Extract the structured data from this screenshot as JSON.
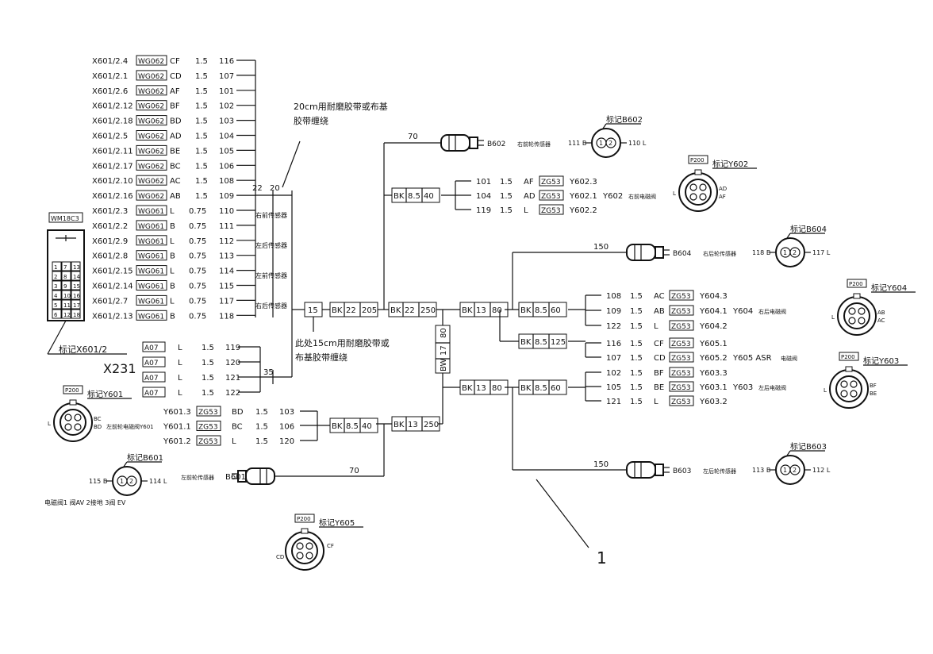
{
  "left_wires": [
    {
      "term": "X601/2.4",
      "code": "WG062",
      "color": "CF",
      "gauge": "1.5",
      "wire": "116"
    },
    {
      "term": "X601/2.1",
      "code": "WG062",
      "color": "CD",
      "gauge": "1.5",
      "wire": "107"
    },
    {
      "term": "X601/2.6",
      "code": "WG062",
      "color": "AF",
      "gauge": "1.5",
      "wire": "101"
    },
    {
      "term": "X601/2.12",
      "code": "WG062",
      "color": "BF",
      "gauge": "1.5",
      "wire": "102"
    },
    {
      "term": "X601/2.18",
      "code": "WG062",
      "color": "BD",
      "gauge": "1.5",
      "wire": "103"
    },
    {
      "term": "X601/2.5",
      "code": "WG062",
      "color": "AD",
      "gauge": "1.5",
      "wire": "104"
    },
    {
      "term": "X601/2.11",
      "code": "WG062",
      "color": "BE",
      "gauge": "1.5",
      "wire": "105"
    },
    {
      "term": "X601/2.17",
      "code": "WG062",
      "color": "BC",
      "gauge": "1.5",
      "wire": "106"
    },
    {
      "term": "X601/2.10",
      "code": "WG062",
      "color": "AC",
      "gauge": "1.5",
      "wire": "108"
    },
    {
      "term": "X601/2.16",
      "code": "WG062",
      "color": "AB",
      "gauge": "1.5",
      "wire": "109"
    },
    {
      "term": "X601/2.3",
      "code": "WG061",
      "color": "L",
      "gauge": "0.75",
      "wire": "110"
    },
    {
      "term": "X601/2.2",
      "code": "WG061",
      "color": "B",
      "gauge": "0.75",
      "wire": "111"
    },
    {
      "term": "X601/2.9",
      "code": "WG061",
      "color": "L",
      "gauge": "0.75",
      "wire": "112"
    },
    {
      "term": "X601/2.8",
      "code": "WG061",
      "color": "B",
      "gauge": "0.75",
      "wire": "113"
    },
    {
      "term": "X601/2.15",
      "code": "WG061",
      "color": "L",
      "gauge": "0.75",
      "wire": "114"
    },
    {
      "term": "X601/2.14",
      "code": "WG061",
      "color": "B",
      "gauge": "0.75",
      "wire": "115"
    },
    {
      "term": "X601/2.7",
      "code": "WG061",
      "color": "L",
      "gauge": "0.75",
      "wire": "117"
    },
    {
      "term": "X601/2.13",
      "code": "WG061",
      "color": "B",
      "gauge": "0.75",
      "wire": "118"
    }
  ],
  "a07_wires": [
    {
      "code": "A07",
      "color": "L",
      "gauge": "1.5",
      "wire": "119"
    },
    {
      "code": "A07",
      "color": "L",
      "gauge": "1.5",
      "wire": "120"
    },
    {
      "code": "A07",
      "color": "L",
      "gauge": "1.5",
      "wire": "121"
    },
    {
      "code": "A07",
      "color": "L",
      "gauge": "1.5",
      "wire": "122"
    }
  ],
  "y601_wires": [
    {
      "term": "Y601.3",
      "code": "ZG53",
      "color": "BD",
      "gauge": "1.5",
      "wire": "103"
    },
    {
      "term": "Y601.1",
      "code": "ZG53",
      "color": "BC",
      "gauge": "1.5",
      "wire": "106"
    },
    {
      "term": "Y601.2",
      "code": "ZG53",
      "color": "L",
      "gauge": "1.5",
      "wire": "120"
    }
  ],
  "y602_wires": [
    {
      "wire": "101",
      "gauge": "1.5",
      "color": "AF",
      "code": "ZG53",
      "term": "Y602.3"
    },
    {
      "wire": "104",
      "gauge": "1.5",
      "color": "AD",
      "code": "ZG53",
      "term": "Y602.1"
    },
    {
      "wire": "119",
      "gauge": "1.5",
      "color": "L",
      "code": "ZG53",
      "term": "Y602.2"
    }
  ],
  "y604_wires": [
    {
      "wire": "108",
      "gauge": "1.5",
      "color": "AC",
      "code": "ZG53",
      "term": "Y604.3"
    },
    {
      "wire": "109",
      "gauge": "1.5",
      "color": "AB",
      "code": "ZG53",
      "term": "Y604.1"
    },
    {
      "wire": "122",
      "gauge": "1.5",
      "color": "L",
      "code": "ZG53",
      "term": "Y604.2"
    }
  ],
  "y605_wires": [
    {
      "wire": "116",
      "gauge": "1.5",
      "color": "CF",
      "code": "ZG53",
      "term": "Y605.1"
    },
    {
      "wire": "107",
      "gauge": "1.5",
      "color": "CD",
      "code": "ZG53",
      "term": "Y605.2"
    }
  ],
  "y603_wires": [
    {
      "wire": "102",
      "gauge": "1.5",
      "color": "BF",
      "code": "ZG53",
      "term": "Y603.3"
    },
    {
      "wire": "105",
      "gauge": "1.5",
      "color": "BE",
      "code": "ZG53",
      "term": "Y603.1"
    },
    {
      "wire": "121",
      "gauge": "1.5",
      "color": "L",
      "code": "ZG53",
      "term": "Y603.2"
    }
  ],
  "labels": {
    "y602_name": "Y602",
    "y604_name": "Y604",
    "y605_name": "Y605 ASR",
    "y603_name": "Y603",
    "valve": "电磁阀",
    "y602_desc": "右前",
    "y604_desc": "右后",
    "y603_desc": "左后",
    "note20": "20cm用耐磨胶带或布基",
    "note20b": "胶带缠绕",
    "note15": "此处15cm用耐磨胶带或",
    "note15b": "布基胶带缠绕",
    "sensor_rf": "右前传感器",
    "sensor_lr": "左后传感器",
    "sensor_lf": "左前传感器",
    "sensor_rr": "右后传感器",
    "len22": "22",
    "len20": "20",
    "len35": "35",
    "conn_wm": "WM18C3",
    "x601_tag": "标记X601/2",
    "x231": "X231",
    "b602": "B602",
    "b604": "B604",
    "b603": "B603",
    "b601": "B601",
    "b602_text": "右前轮传感器",
    "b604_text": "右后轮传感器",
    "b603_text": "左后轮传感器",
    "b601_text": "左前轮传感器",
    "y601_text": "左前轮电磁阀Y601",
    "y601_legend": "电磁阀1 阀AV   2接地  3阀 EV",
    "len70a": "70",
    "len70b": "70",
    "len150a": "150",
    "len150b": "150",
    "callout": "1",
    "p200": "P200",
    "tag_y601": "标记Y601",
    "tag_y602": "标记Y602",
    "tag_y604": "标记Y604",
    "tag_y603": "标记Y603",
    "tag_y605": "标记Y605",
    "tag_b601": "标记B601",
    "tag_b602": "标记B602",
    "tag_b604": "标记B604",
    "tag_b603": "标记B603"
  },
  "splices": {
    "s15": "15",
    "bk22_205": [
      "BK",
      "22",
      "205"
    ],
    "bk22_250": [
      "BK",
      "22",
      "250"
    ],
    "bk13_80a": [
      "BK",
      "13",
      "80"
    ],
    "bk85_60a": [
      "BK",
      "8.5",
      "60"
    ],
    "bk85_40a": [
      "BK",
      "8.5",
      "40"
    ],
    "bk85_125": [
      "BK",
      "8.5",
      "125"
    ],
    "bw17_80": [
      "BW",
      "17",
      "80"
    ],
    "bk13_80b": [
      "BK",
      "13",
      "80"
    ],
    "bk85_60b": [
      "BK",
      "8.5",
      "60"
    ],
    "bk85_40b": [
      "BK",
      "8.5",
      "40"
    ],
    "bk13_250": [
      "BK",
      "13",
      "250"
    ]
  },
  "pin_labels": {
    "b602_left": "111 B",
    "b602_right": "110 L",
    "b604_left": "118 B",
    "b604_right": "117 L",
    "b603_left": "113 B",
    "b603_right": "112 L",
    "b601_left": "115 B",
    "b601_right": "114 L",
    "y602_pins": [
      "L",
      "AD",
      "AF"
    ],
    "y604_pins": [
      "L",
      "AB",
      "AC"
    ],
    "y603_pins": [
      "L",
      "BF",
      "BE"
    ],
    "y601_pins": [
      "L",
      "BC",
      "BD"
    ],
    "y605_pins": [
      "CD",
      "CF"
    ],
    "plug_pins": [
      "1",
      "2"
    ],
    "conn_pins": [
      "1",
      "7",
      "13",
      "2",
      "8",
      "14",
      "3",
      "9",
      "15",
      "4",
      "10",
      "16",
      "5",
      "11",
      "17",
      "6",
      "12",
      "18"
    ]
  }
}
